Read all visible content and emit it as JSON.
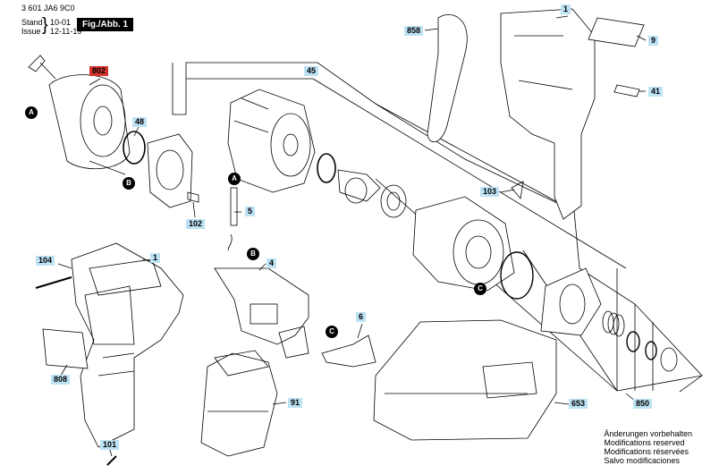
{
  "header": {
    "code": "3 601 JA6 9C0",
    "stand_label": "Stand",
    "issue_label": "Issue",
    "stand_value": "10-01",
    "issue_value": "12-11-19",
    "brace": "}",
    "fig_label": "Fig./Abb. 1"
  },
  "parts": {
    "p1_top": "1",
    "p9": "9",
    "p41": "41",
    "p858": "858",
    "p45": "45",
    "p802": "802",
    "p48": "48",
    "p102": "102",
    "p5": "5",
    "p4": "4",
    "p6": "6",
    "p103": "103",
    "p104": "104",
    "p1_left": "1",
    "p808": "808",
    "p91": "91",
    "p101": "101",
    "p653": "653",
    "p850": "850"
  },
  "markers": {
    "A": "A",
    "B": "B",
    "C": "C"
  },
  "footer": {
    "line1": "Änderungen vorbehalten",
    "line2": "Modifications reserved",
    "line3": "Modifications réservées",
    "line4": "Salvo modificaciones"
  }
}
